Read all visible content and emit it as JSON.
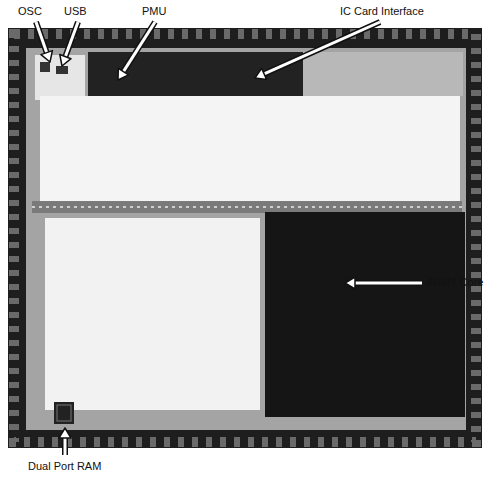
{
  "diagram": {
    "labels": [
      "OSC",
      "USB",
      "PMU",
      "IC Card Interface",
      "ARM7 Core",
      "Dual Port RAM"
    ]
  }
}
